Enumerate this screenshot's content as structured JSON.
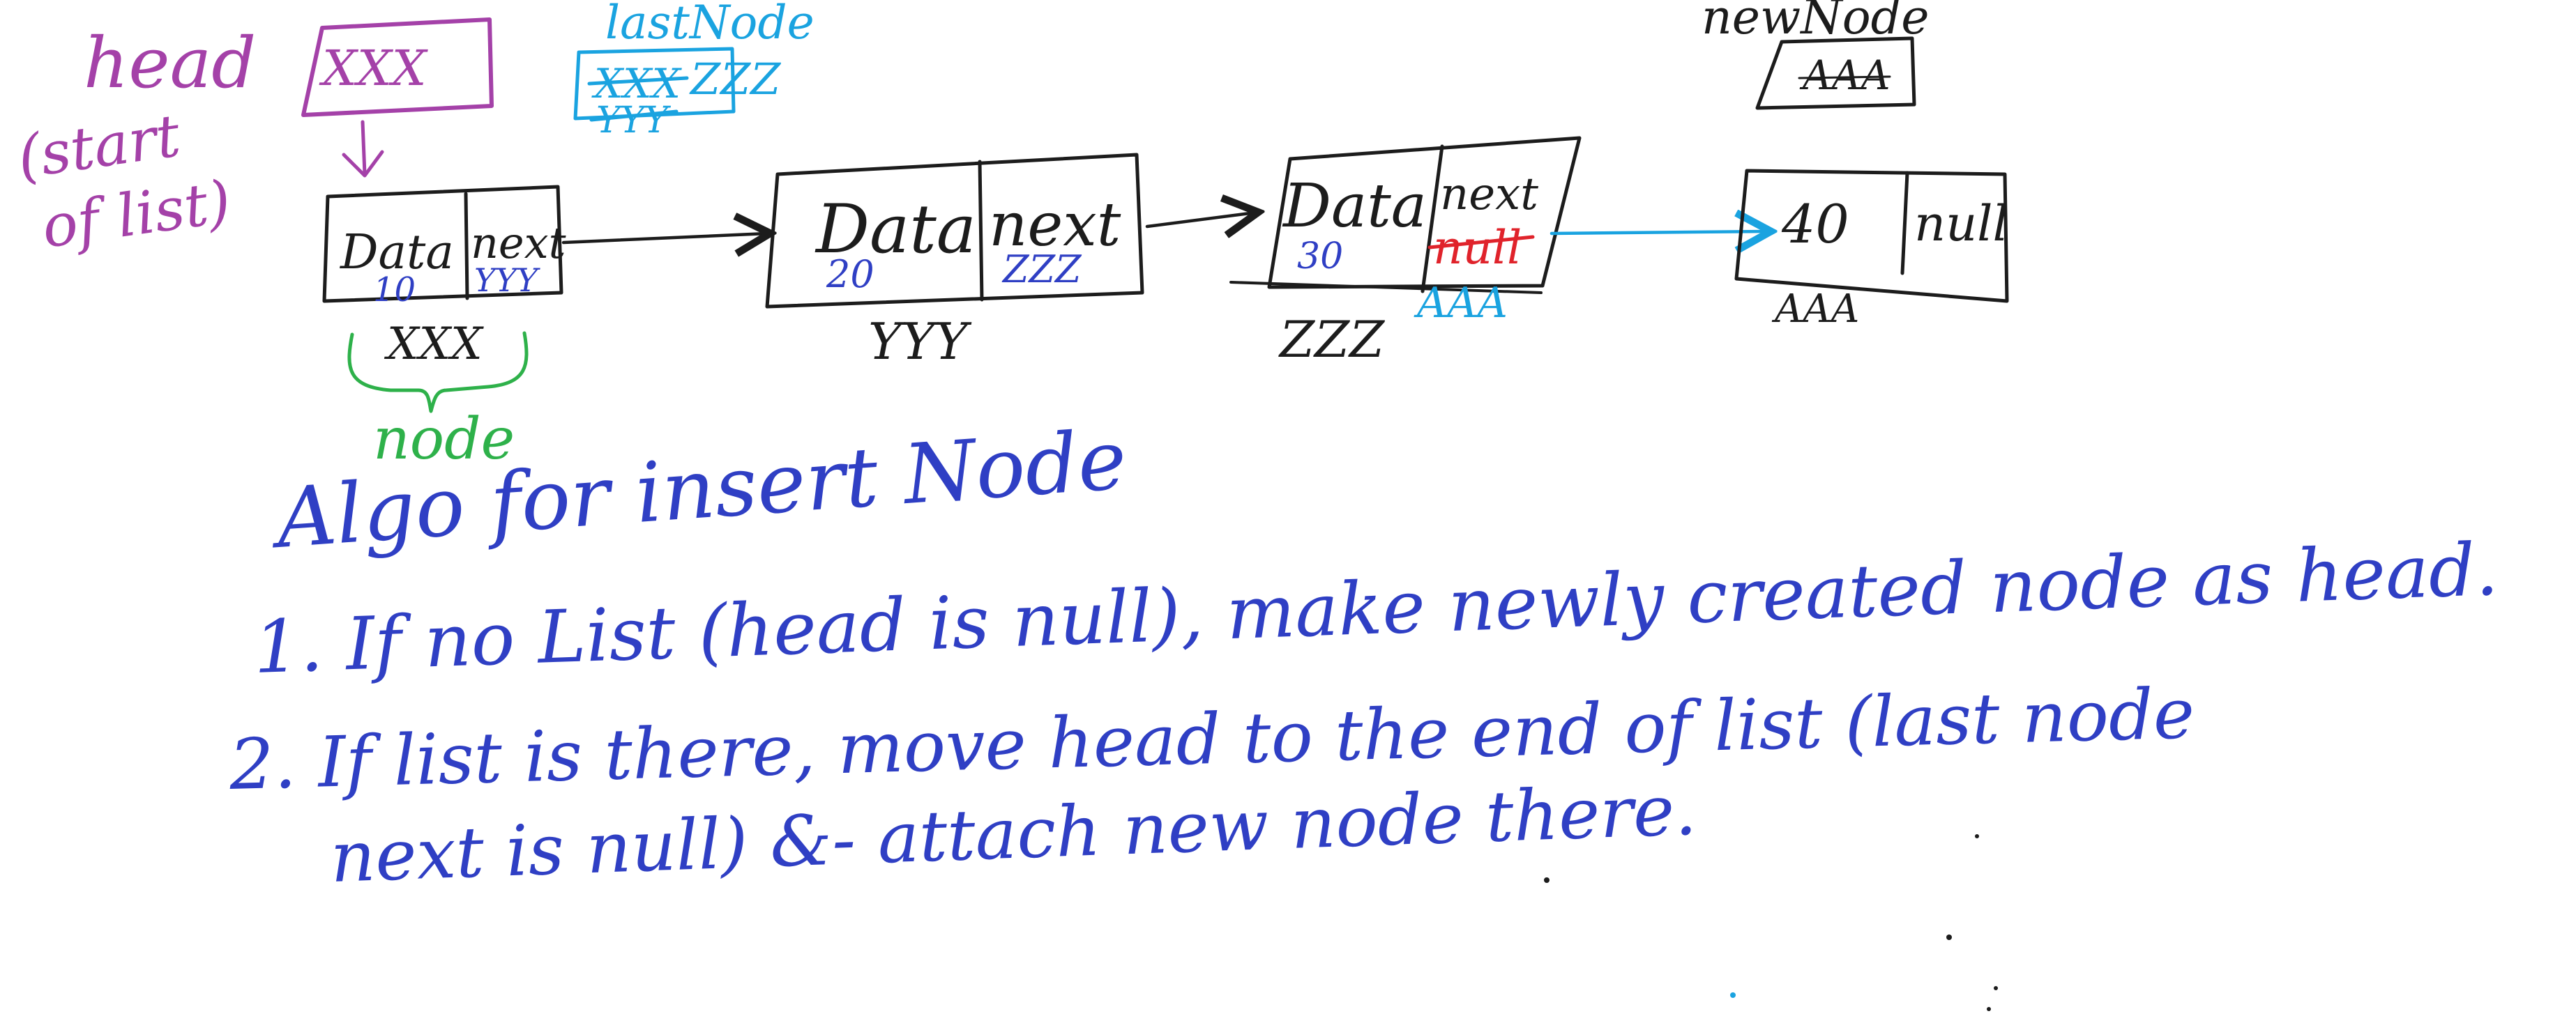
{
  "colors": {
    "black": "#1c1c1c",
    "purple": "#a441a8",
    "blue": "#2f3fc4",
    "cyan": "#1aa3e0",
    "green": "#2eb14a",
    "red": "#e0232b"
  },
  "head_label": "head",
  "head_note": [
    "(start",
    "of list)"
  ],
  "head_pointer_value": "XXX",
  "last_node": {
    "label": "lastNode",
    "struck_value": "XXX",
    "new_value": "ZZZ",
    "struck_value_2": "YYY"
  },
  "new_node": {
    "label": "newNode",
    "value": "AAA"
  },
  "nodes": [
    {
      "data_label": "Data",
      "next_label": "next",
      "data_value": "10",
      "next_value": "YYY",
      "address": "XXX"
    },
    {
      "data_label": "Data",
      "next_label": "next",
      "data_value": "20",
      "next_value": "ZZZ",
      "address": "YYY"
    },
    {
      "data_label": "Data",
      "next_label": "next",
      "data_value": "30",
      "next_struck": "null",
      "next_value": "AAA",
      "address": "ZZZ"
    },
    {
      "data_label": "40",
      "next_label": "null",
      "address": "AAA"
    }
  ],
  "node_brace_label": "node",
  "algorithm": {
    "title": "Algo for insert Node",
    "steps": [
      "1. If no List (head is null), make newly created node as head.",
      "2. If list is there, move head to the end of list (last node",
      "next is null) &- attach new node there."
    ]
  }
}
